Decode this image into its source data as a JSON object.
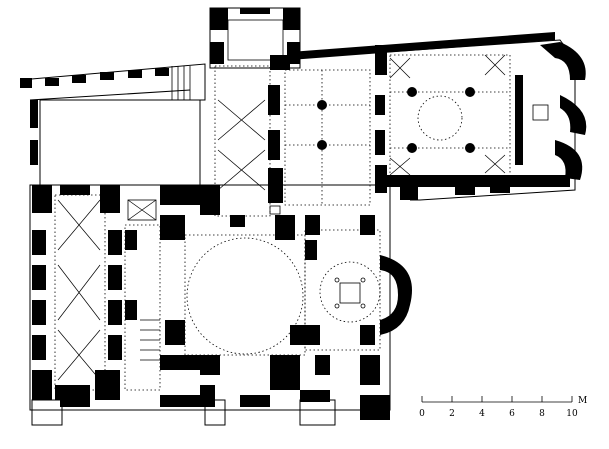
{
  "scale_bar": {
    "unit": "M",
    "ticks": [
      "0",
      "2",
      "4",
      "6",
      "8",
      "10"
    ]
  },
  "colors": {
    "walls": "#000000",
    "background": "#ffffff"
  }
}
